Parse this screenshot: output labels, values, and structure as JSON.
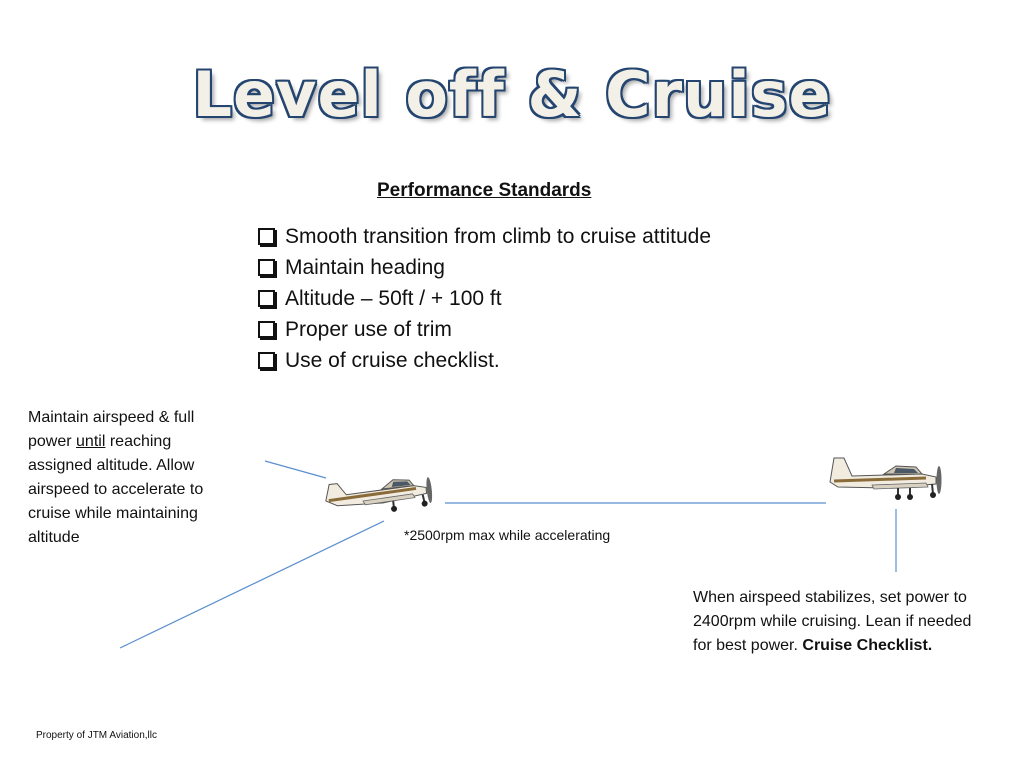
{
  "slide": {
    "title": "Level off & Cruise",
    "heading": "Performance Standards",
    "standards": [
      "Smooth transition from climb to cruise attitude",
      "Maintain heading",
      "Altitude – 50ft / + 100 ft",
      "Proper use of trim",
      "Use of cruise checklist."
    ],
    "left_note": {
      "part1": "Maintain airspeed & full power ",
      "underlined": "until",
      "part2": " reaching assigned altitude. Allow airspeed to accelerate to cruise while maintaining altitude"
    },
    "rpm_note": "*2500rpm max while accelerating",
    "right_note": {
      "text": "When airspeed stabilizes, set power to 2400rpm while cruising. Lean if needed for best power. ",
      "bold": "Cruise Checklist."
    },
    "footer": "Property of JTM Aviation,llc"
  },
  "colors": {
    "line": "#5b8fcf",
    "title_outline": "#24456f",
    "title_fill": "#f3f0e8"
  },
  "icons": [
    "checkbox-icon",
    "airplane-icon"
  ]
}
